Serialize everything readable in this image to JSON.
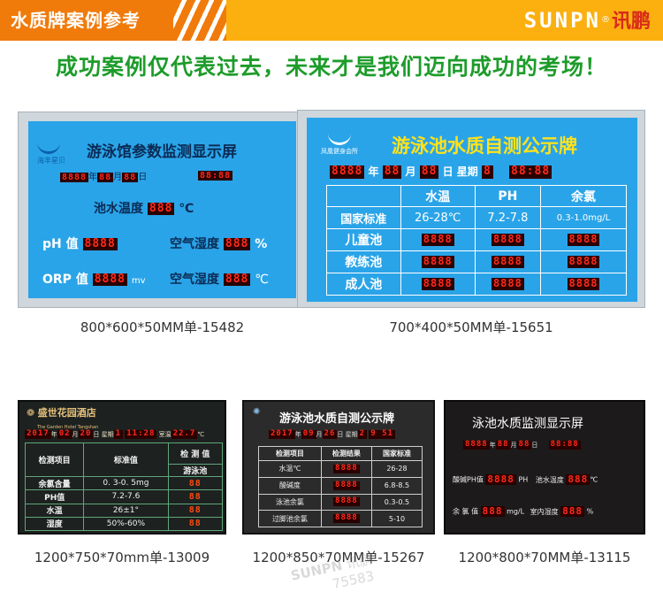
{
  "header": {
    "title": "水质牌案例参考",
    "brand_latin": "SUNPN",
    "brand_reg": "®",
    "brand_cn": "讯鹏"
  },
  "slogan": "成功案例仅代表过去，未来才是我们迈向成功的考场！",
  "colors": {
    "header_orange": "#f07b0b",
    "header_yellow": "#fbb010",
    "slogan_green": "#1e9c2b",
    "panel_blue": "#2aa4e8",
    "led_red": "#ff2a1a"
  },
  "cards": [
    {
      "caption": "800*600*50MM单-15482",
      "logo_text": "海丰星贝",
      "title": "游泳馆参数监测显示屏",
      "date_led": "8888",
      "date_y": "年",
      "date_m_led": "88",
      "date_m": "月",
      "date_d_led": "88",
      "date_d": "日",
      "time_led": "88:88",
      "rows": [
        {
          "label": "池水温度",
          "led": "888",
          "unit": "℃"
        },
        {
          "label": "pH 值",
          "led": "8888",
          "label2": "空气湿度",
          "led2": "888",
          "unit2": "%"
        },
        {
          "label": "ORP 值",
          "led": "8888",
          "unit": "mv",
          "label2": "空气湿度",
          "led2": "888",
          "unit2": "℃"
        }
      ]
    },
    {
      "caption": "700*400*50MM单-15651",
      "logo_text": "凤凰健身会所",
      "title": "游泳池水质自测公示牌",
      "date_led": "8888",
      "date_y": "年",
      "date_m_led": "88",
      "date_m": "月",
      "date_d_led": "88",
      "date_d": "日",
      "week": "星期",
      "week_led": "8",
      "time_led": "88:88",
      "headers": [
        "水温",
        "PH",
        "余氯"
      ],
      "std_label": "国家标准",
      "std": [
        "26-28℃",
        "7.2-7.8",
        "0.3-1.0mg/L"
      ],
      "rows": [
        {
          "label": "儿童池",
          "led": "8888"
        },
        {
          "label": "教练池",
          "led": "8888"
        },
        {
          "label": "成人池",
          "led": "8888"
        }
      ]
    },
    {
      "caption": "1200*750*70mm单-13009",
      "logo_text": "盛世花园酒店",
      "logo_sub": "The Garden Hotel Tangshan",
      "date_y_led": "2017",
      "date_y": "年",
      "date_m_led": "02",
      "date_m": "月",
      "date_d_led": "20",
      "date_d": "日",
      "week": "星期",
      "week_led": "1",
      "time_led": "11:28",
      "room": "室温",
      "room_led": "22.7",
      "room_unit": "℃",
      "h_item": "检测项目",
      "h_std": "标准值",
      "h_val": "检 测 值",
      "h_pool": "游泳池",
      "rows": [
        {
          "label": "余氯含量",
          "std": "0. 3-0. 5mg",
          "led": "88"
        },
        {
          "label": "PH值",
          "std": "7.2-7.6",
          "led": "88"
        },
        {
          "label": "水温",
          "std": "26±1°",
          "led": "88"
        },
        {
          "label": "湿度",
          "std": "50%-60%",
          "led": "88"
        }
      ]
    },
    {
      "caption": "1200*850*70MM单-15267",
      "title": "游泳池水质自测公示牌",
      "date_y_led": "2017",
      "date_y": "年",
      "date_m_led": "09",
      "date_m": "月",
      "date_d_led": "26",
      "date_d": "日",
      "week": "星期",
      "week_led": "2",
      "time_led": "9 51",
      "headers": [
        "检测项目",
        "检测结果",
        "国家标准"
      ],
      "rows": [
        {
          "label": "水温℃",
          "led": "8888",
          "std": "26-28"
        },
        {
          "label": "酸碱度",
          "led": "8888",
          "std": "6.8-8.5"
        },
        {
          "label": "泳池余氯",
          "led": "8888",
          "std": "0.3-0.5"
        },
        {
          "label": "过脚池余氯",
          "led": "8888",
          "std": "5-10"
        }
      ]
    },
    {
      "caption": "1200*800*70MM单-13115",
      "title": "泳池水质监测显示屏",
      "date_led": "8888",
      "date_y": "年",
      "date_m_led": "88",
      "date_m": "月",
      "date_d_led": "88",
      "date_d": "日",
      "time_led": "88:88",
      "rows": [
        {
          "label": "酸碱PH值",
          "led": "8888",
          "unit": "PH",
          "label2": "池水温度",
          "led2": "888",
          "unit2": "℃"
        },
        {
          "label": "余 氯 值",
          "led": "888",
          "unit": "mg/L",
          "label2": "室内湿度",
          "led2": "888",
          "unit2": "%"
        }
      ]
    }
  ],
  "watermark": {
    "latin": "SUNPN",
    "cn": "讯鹏",
    "phone": "75583"
  }
}
